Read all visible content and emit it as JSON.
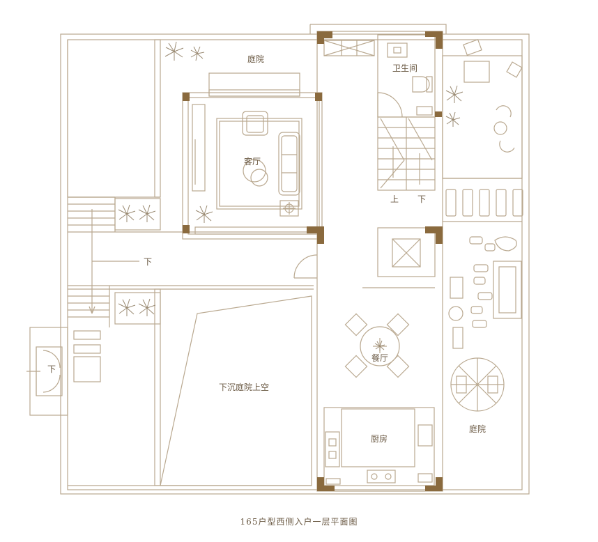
{
  "plan": {
    "caption": "165户型西侧入户一层平面图",
    "rooms": {
      "courtyard_north": "庭院",
      "bathroom": "卫生间",
      "living_room": "客厅",
      "stair_up": "上",
      "stair_down": "下",
      "west_stair_down": "下",
      "dining_room": "餐厅",
      "sunken_courtyard_void": "下沉庭院上空",
      "kitchen": "厨房",
      "courtyard_east": "庭院",
      "entry_down": "下"
    },
    "colors": {
      "line": "#b9a88f",
      "wall": "#8a6a3e",
      "text": "#6b5a44",
      "plant": "#9a8a72"
    }
  }
}
